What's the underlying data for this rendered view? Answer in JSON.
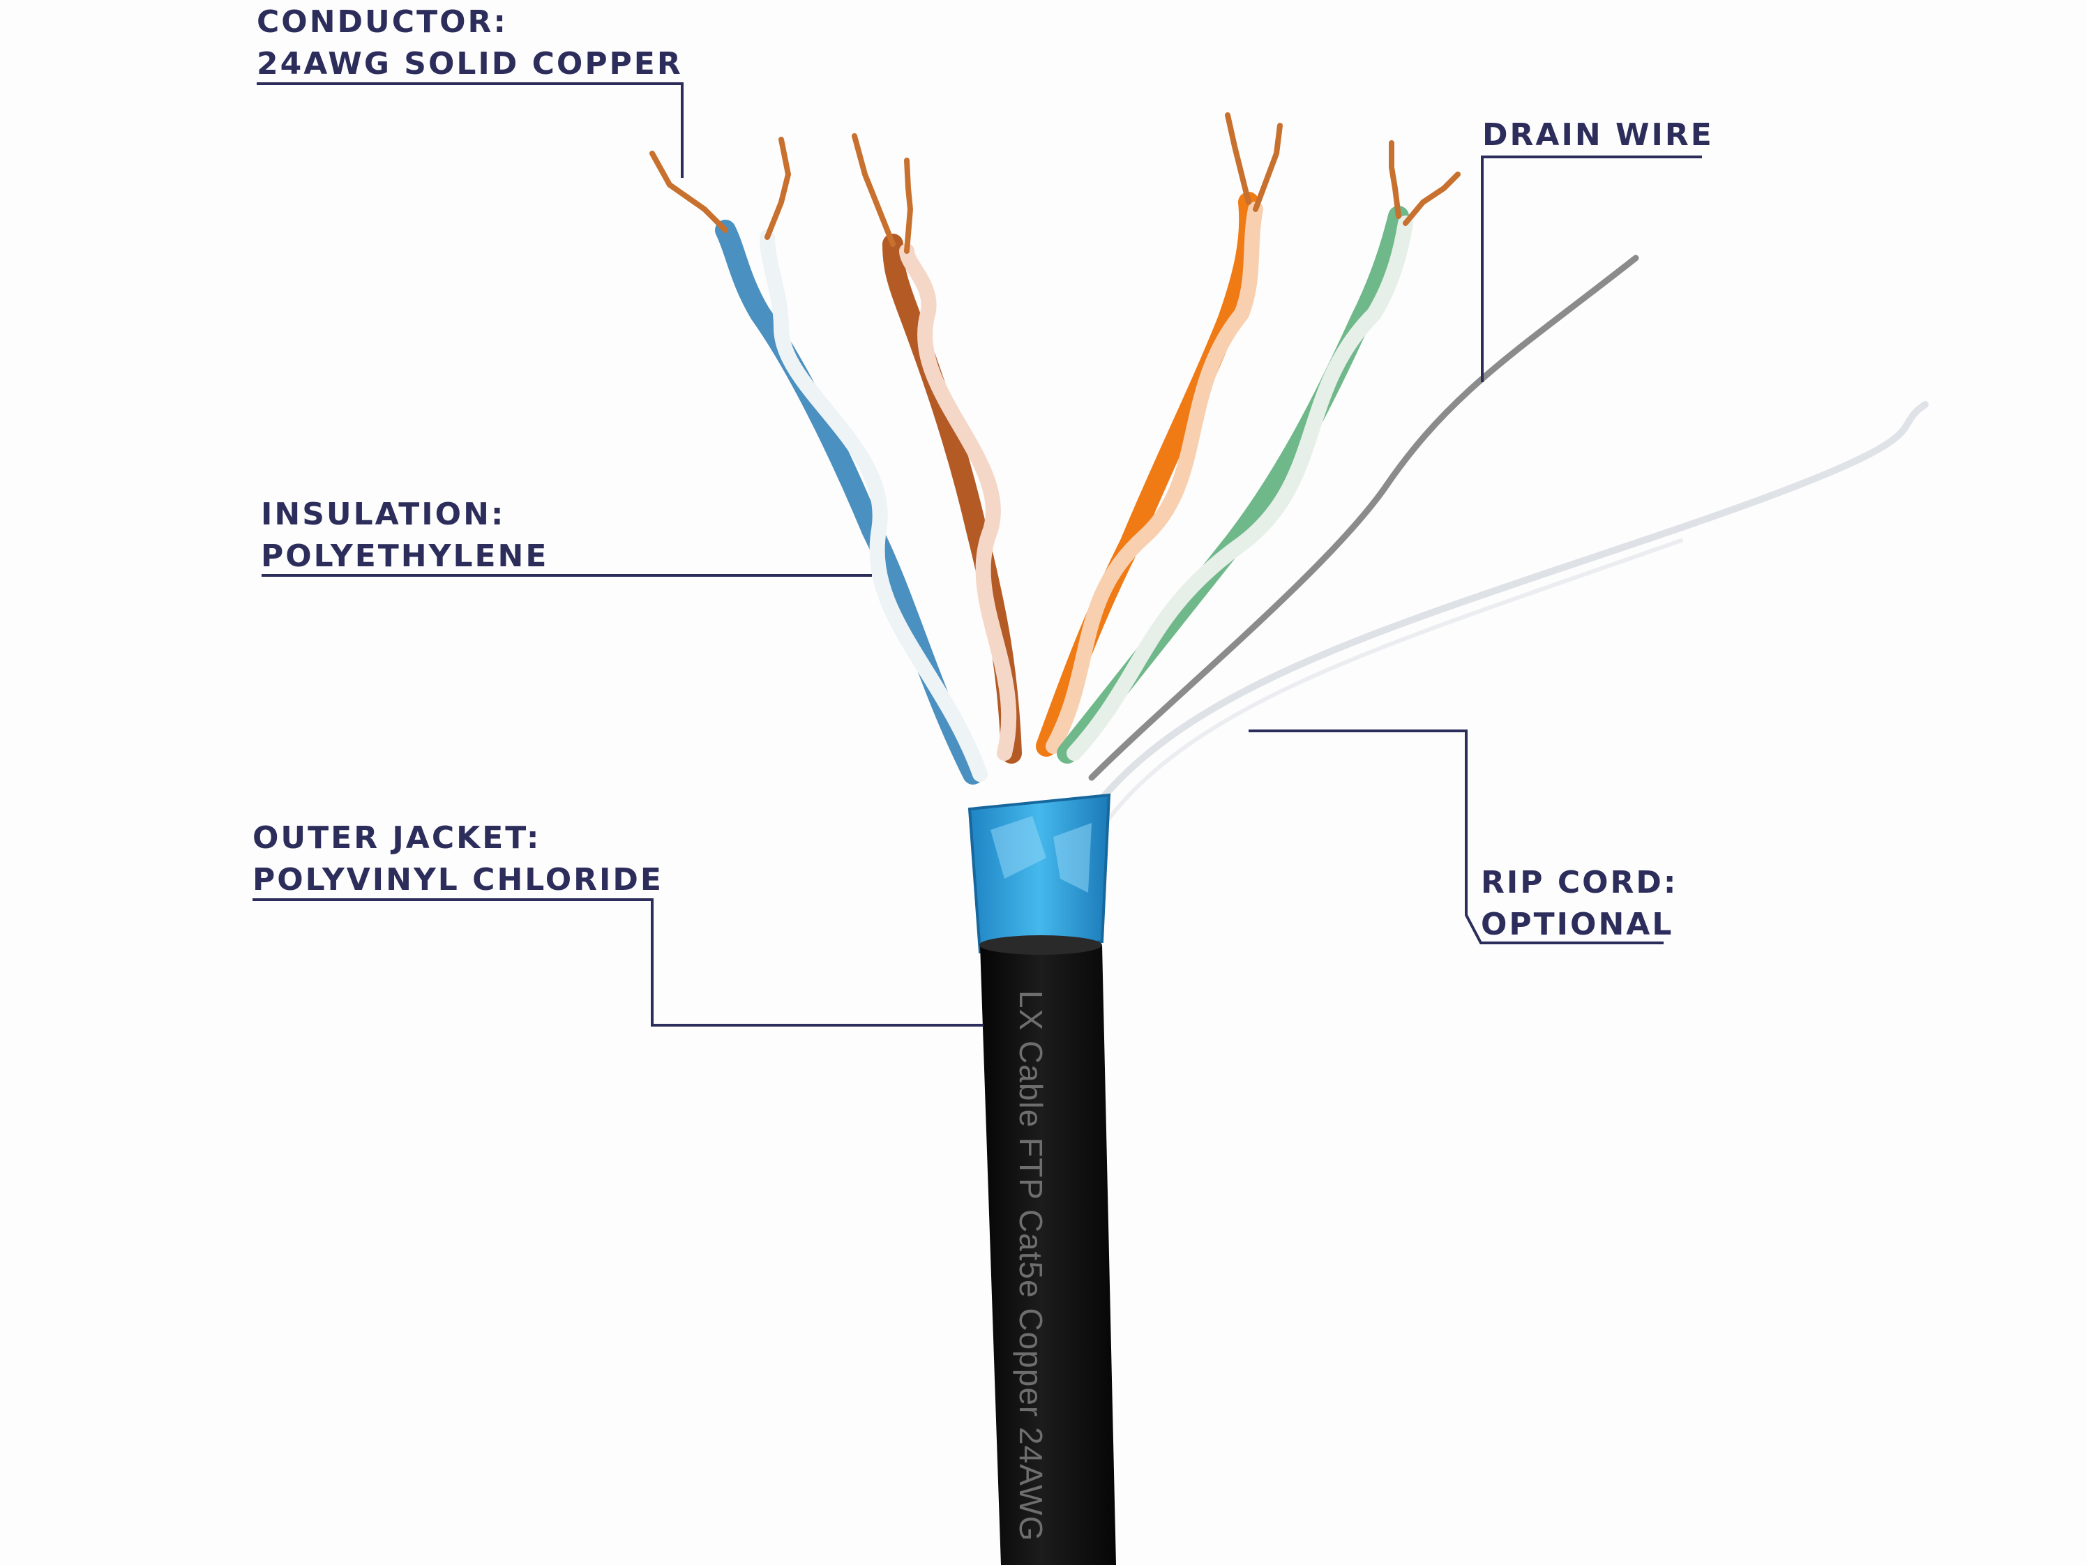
{
  "labels": {
    "conductor": {
      "line1": "CONDUCTOR:",
      "line2": "24AWG SOLID COPPER"
    },
    "insulation": {
      "line1": "INSULATION:",
      "line2": "POLYETHYLENE"
    },
    "outer_jacket": {
      "line1": "OUTER JACKET:",
      "line2": "POLYVINYL CHLORIDE"
    },
    "drain_wire": {
      "line1": "DRAIN WIRE"
    },
    "rip_cord": {
      "line1": "RIP CORD:",
      "line2": "OPTIONAL"
    }
  },
  "cable_print": "LX Cable  FTP Cat5e Copper 24AWG",
  "colors": {
    "label_text": "#2c2d5b",
    "leader_line": "#2c2d5b",
    "jacket": "#121212",
    "foil_shield": "#2a9ed8",
    "copper": "#c8702e",
    "pair_blue": "#4a90c0",
    "pair_brown": "#b45a25",
    "pair_orange": "#f07a14",
    "pair_green": "#6fb88a",
    "drain_wire": "#8a8a8a"
  }
}
